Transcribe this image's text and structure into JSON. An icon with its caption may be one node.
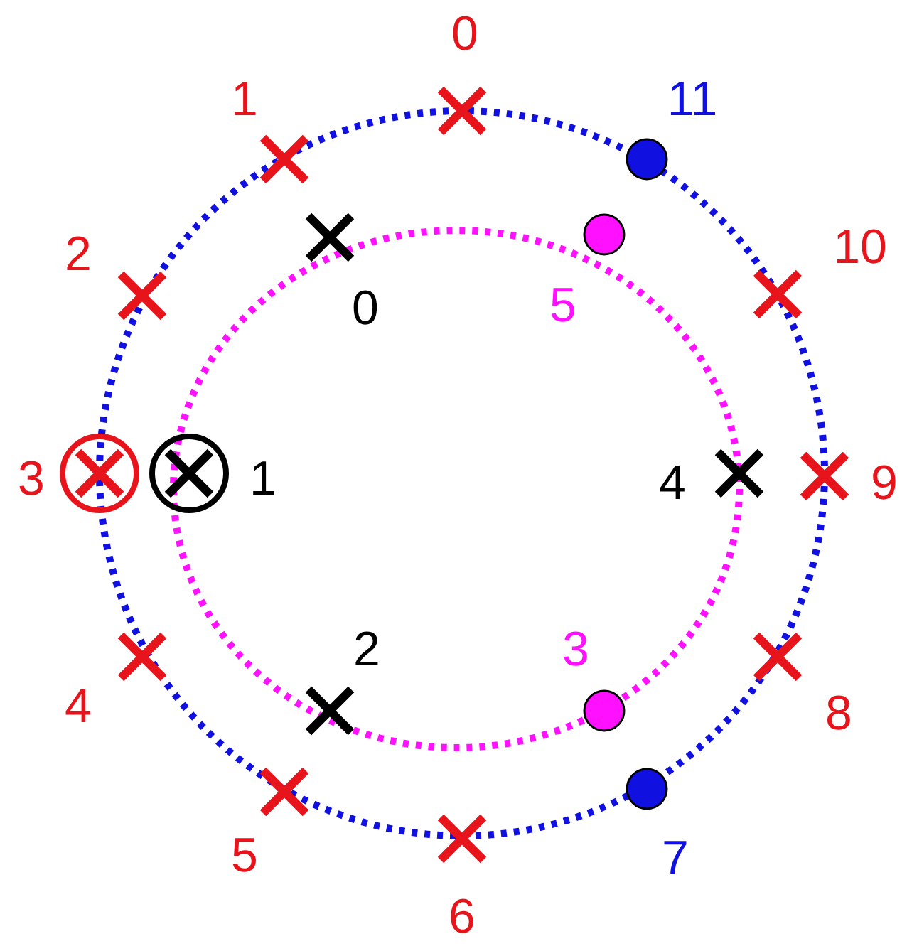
{
  "diagram": {
    "labels": [
      "0",
      "1",
      "11",
      "2",
      "10",
      "0",
      "5",
      "3",
      "1",
      "4",
      "9",
      "2",
      "3",
      "4",
      "8",
      "5",
      "7",
      "6"
    ]
  }
}
